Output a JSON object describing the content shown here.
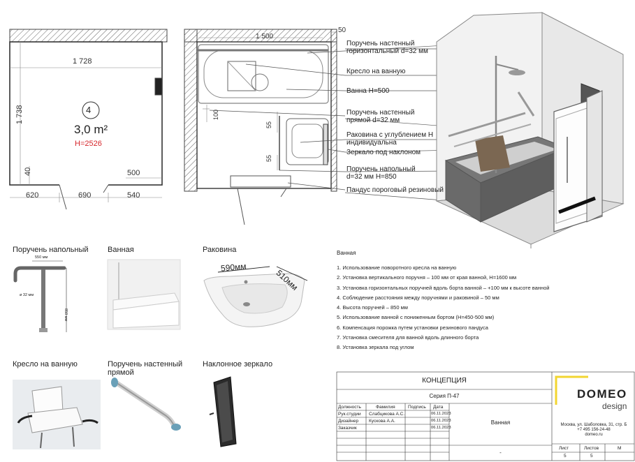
{
  "room_plan": {
    "width_dim": "1 728",
    "height_dim": "1 738",
    "room_number": "4",
    "area": "3,0 m²",
    "ceiling_height": "H=2526",
    "dim_40": "40",
    "dim_500": "500",
    "bottom_dims": [
      "620",
      "690",
      "540"
    ]
  },
  "layout_plan": {
    "dim_1500": "1 500",
    "dim_50": "50",
    "dim_100": "100",
    "dim_55a": "55",
    "dim_55b": "55"
  },
  "callouts": [
    {
      "text": "Поручень настенный горизонтальный d=32 мм"
    },
    {
      "text": "Кресло на ванную"
    },
    {
      "text": "Ванна H=500"
    },
    {
      "text": "Поручень настенный прямой d=32 мм"
    },
    {
      "text": "Раковина с углублением Н индивидуальна"
    },
    {
      "text": "Зеркало под наклоном"
    },
    {
      "text": "Поручень напольный d=32 мм H=850"
    },
    {
      "text": "Пандус пороговый резиновый"
    }
  ],
  "products": {
    "floor_rail": {
      "caption": "Поручень напольный",
      "dim_top": "550 мм",
      "dim_d": "ø 32 мм",
      "dim_h": "850 мм"
    },
    "bath": {
      "caption": "Ванная"
    },
    "sink": {
      "caption": "Раковина",
      "dim_w": "590мм",
      "dim_d": "510мм"
    },
    "chair": {
      "caption": "Кресло на ванную"
    },
    "wall_rail": {
      "caption": "Поручень настенный прямой"
    },
    "mirror": {
      "caption": "Наклонное зеркало"
    }
  },
  "notes": {
    "title": "Ванная",
    "items": [
      "1. Использование поворотного кресла на ванную",
      "2. Установка вертикального поручня – 100 мм от края ванной, H=1600 мм",
      "3. Установка горизонтальных поручней вдоль борта ванной – +100 мм к высоте ванной",
      "4. Соблюдение расстояния между поручнями и раковиной – 50 мм",
      "4. Высота поручней – 850 мм",
      "5. Использование ванной с пониженным бортом (H=450-500 мм)",
      "6. Компенсация порожка путем установки резинового пандуса",
      "7. Установка смесителя для ванной вдоль длинного борта",
      "8. Установка зеркала под углом"
    ]
  },
  "title_block": {
    "project": "КОНЦЕПЦИЯ",
    "series": "Серия П-47",
    "headers": [
      "Должность",
      "Фамилия",
      "Подпись",
      "Дата"
    ],
    "rows": [
      [
        "Рук.студии",
        "Слабцикова А.С.",
        "",
        "06.11.2023"
      ],
      [
        "Дизайнер",
        "Кускова А.А.",
        "",
        "06.11.2023"
      ],
      [
        "Заказчик",
        "",
        "",
        "06.11.2023"
      ]
    ],
    "sheet_name": "Ванная",
    "dash": "-",
    "brand": "DOMEO",
    "brand_sub": "design",
    "address": "Москва, ул. Шаболовка, 31, стр. Б",
    "phone": "+7 495 156-24-48",
    "site": "domeo.ru",
    "sheet_headers": [
      "Лист",
      "Листов",
      "М"
    ],
    "sheet_values": [
      "5",
      "5",
      ""
    ]
  },
  "colors": {
    "accent_red": "#d6262b",
    "brand_yellow": "#f2d530",
    "lines": "#555555"
  }
}
